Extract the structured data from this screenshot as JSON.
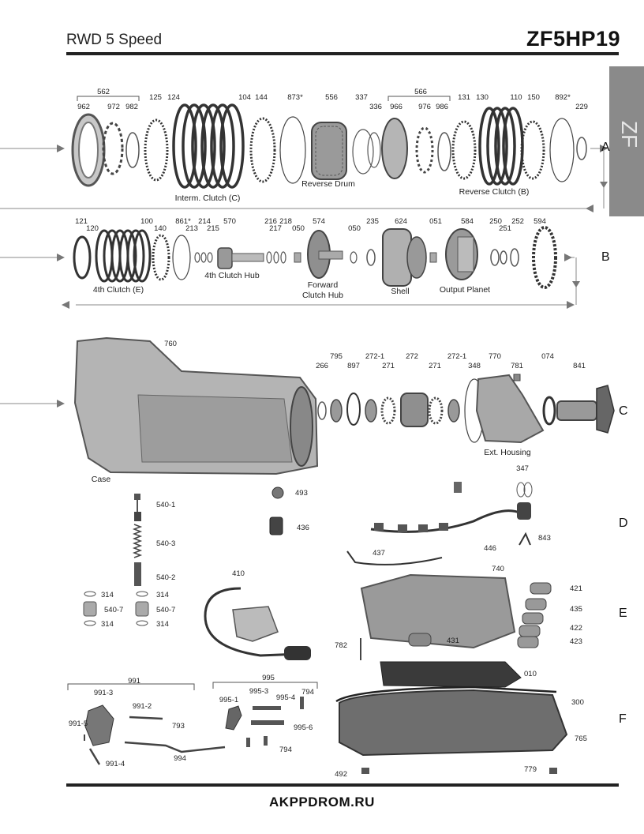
{
  "header": {
    "left": "RWD 5 Speed",
    "right": "ZF5HP19"
  },
  "tab_label": "ZF",
  "footer": "AKPPDROM.RU",
  "sections": [
    "A",
    "B",
    "C",
    "D",
    "E",
    "F"
  ],
  "labels": {
    "a_groups": [
      "562",
      "566"
    ],
    "a_parts": [
      "962",
      "972",
      "982",
      "125",
      "124",
      "104",
      "144",
      "873*",
      "556",
      "337",
      "336",
      "966",
      "976",
      "986",
      "131",
      "130",
      "110",
      "150",
      "892*",
      "229"
    ],
    "a_captions": [
      "Interm. Clutch (C)",
      "Reverse Drum",
      "Reverse Clutch (B)"
    ],
    "b_parts": [
      "121",
      "120",
      "100",
      "140",
      "861*",
      "213",
      "214",
      "215",
      "570",
      "216",
      "217",
      "218",
      "050",
      "574",
      "050",
      "235",
      "624",
      "051",
      "584",
      "250",
      "251",
      "252",
      "594"
    ],
    "b_captions": [
      "4th Clutch (E)",
      "4th Clutch Hub",
      "Forward",
      "Clutch Hub",
      "Shell",
      "Output Planet"
    ],
    "c_parts": [
      "760",
      "266",
      "795",
      "897",
      "272-1",
      "271",
      "272",
      "271",
      "272-1",
      "348",
      "770",
      "781",
      "074",
      "841"
    ],
    "c_captions": [
      "Case",
      "Ext. Housing"
    ],
    "d_parts": [
      "493",
      "436",
      "540-1",
      "540-3",
      "540-2",
      "314",
      "314",
      "540-7",
      "540-7",
      "314",
      "314",
      "410",
      "347",
      "446",
      "843",
      "437"
    ],
    "e_parts": [
      "740",
      "421",
      "435",
      "422",
      "423",
      "431",
      "782",
      "010"
    ],
    "f_parts": [
      "991",
      "991-3",
      "991-2",
      "793",
      "991-5",
      "991-4",
      "994",
      "995",
      "995-3",
      "794",
      "995-1",
      "995-4",
      "995-6",
      "794",
      "300",
      "765",
      "492",
      "779"
    ]
  }
}
